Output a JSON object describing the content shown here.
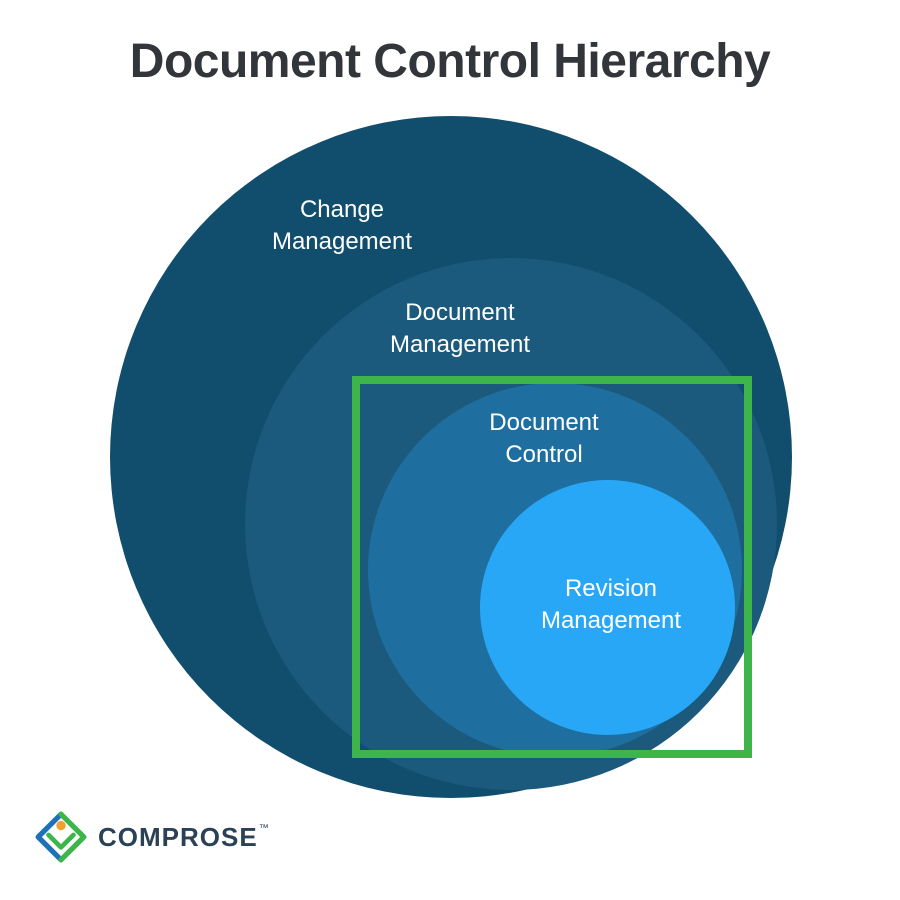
{
  "title": "Document Control Hierarchy",
  "diagram": {
    "circles": [
      {
        "id": "change-management",
        "label": "Change Management",
        "color": "#114d6c"
      },
      {
        "id": "document-management",
        "label": "Document Management",
        "color": "#1b5a7c"
      },
      {
        "id": "document-control",
        "label": "Document Control",
        "color": "#1e6fa0"
      },
      {
        "id": "revision-management",
        "label": "Revision Management",
        "color": "#29a7f7"
      }
    ],
    "highlight_box_color": "#3eb54b",
    "label_text_color": "#ffffff"
  },
  "footer": {
    "brand": "COMPROSE",
    "trademark": "™",
    "logo_icon": "comprose-diamond-icon",
    "logo_colors": {
      "blue": "#1d71b8",
      "green": "#3cb54a",
      "orange": "#f0a132"
    }
  }
}
